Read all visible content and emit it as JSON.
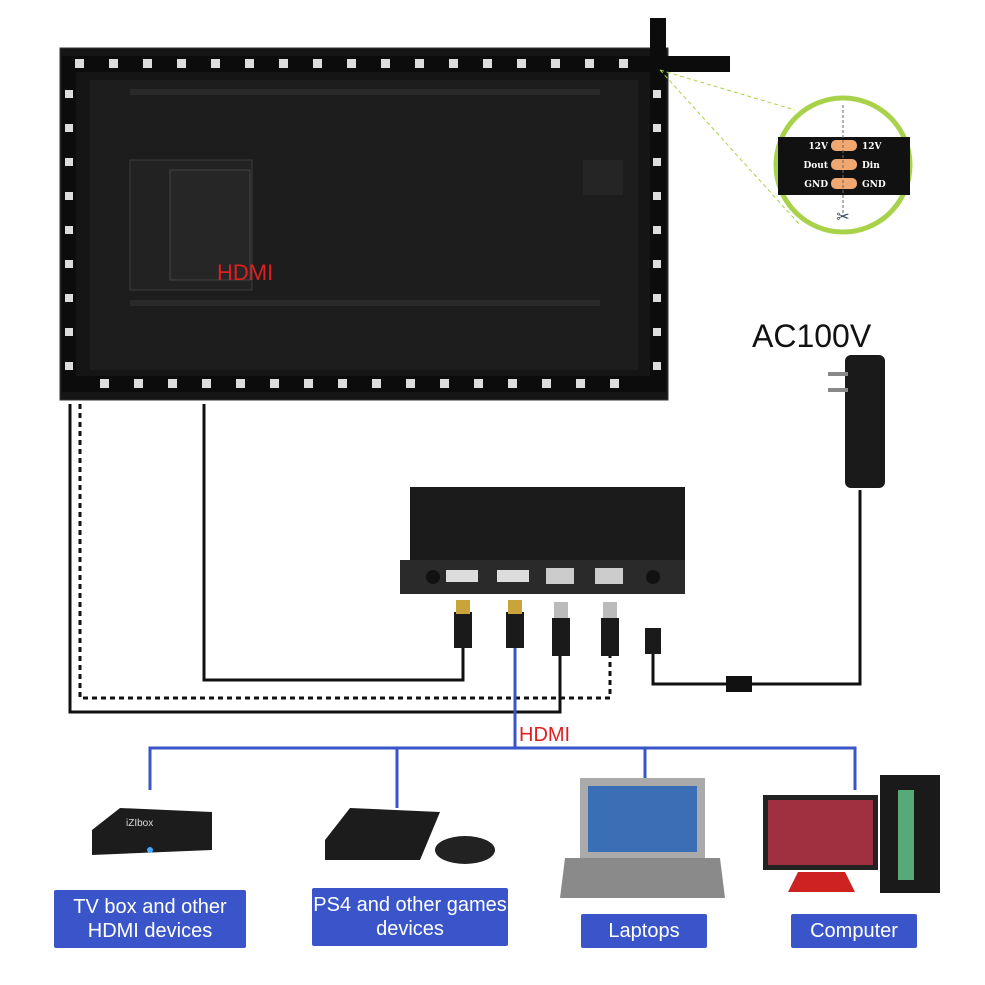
{
  "tv": {
    "hdmi_label": "HDMI"
  },
  "power": {
    "label": "AC100V"
  },
  "callout": {
    "left": [
      "12V",
      "Dout",
      "GND"
    ],
    "right": [
      "12V",
      "Din",
      "GND"
    ]
  },
  "hub": {
    "hdmi_label": "HDMI"
  },
  "devices": [
    {
      "label": "TV box and other HDMI devices",
      "brand": "iZIbox"
    },
    {
      "label": "PS4 and other games devices"
    },
    {
      "label": "Laptops"
    },
    {
      "label": "Computer"
    }
  ],
  "colors": {
    "accent": "#3a55c9",
    "hdmi_red": "#e02020",
    "callout": "#a8d24a"
  }
}
